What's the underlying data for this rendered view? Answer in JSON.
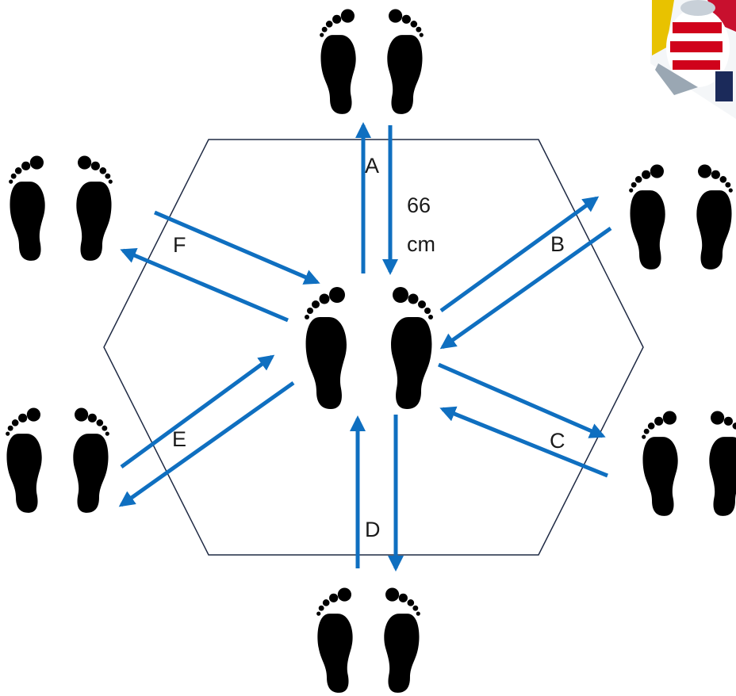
{
  "diagram": {
    "arrow_color": "#0f6fc0",
    "directions": [
      {
        "id": "A",
        "label": "A"
      },
      {
        "id": "B",
        "label": "B"
      },
      {
        "id": "C",
        "label": "C"
      },
      {
        "id": "D",
        "label": "D"
      },
      {
        "id": "E",
        "label": "E"
      },
      {
        "id": "F",
        "label": "F"
      }
    ],
    "distance_value": "66",
    "distance_unit": "cm"
  }
}
